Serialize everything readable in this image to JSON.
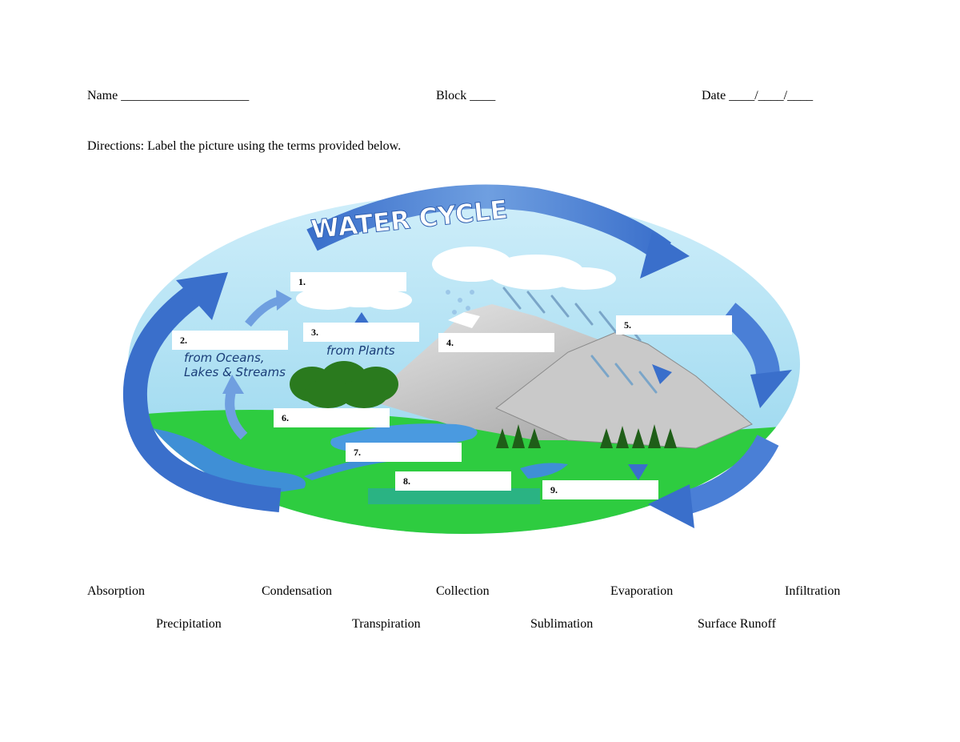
{
  "header": {
    "name_label": "Name ____________________",
    "block_label": "Block ____",
    "date_label": "Date ____/____/____"
  },
  "directions": "Directions: Label the picture using the terms provided below.",
  "diagram": {
    "title": "WATER CYCLE",
    "caption_oceans_line1": "from Oceans,",
    "caption_oceans_line2": "Lakes & Streams",
    "caption_plants": "from Plants",
    "labels": [
      "1.",
      "2.",
      "3.",
      "4.",
      "5.",
      "6.",
      "7.",
      "8.",
      "9."
    ]
  },
  "terms_row1": [
    "Absorption",
    "Condensation",
    "Collection",
    "Evaporation",
    "Infiltration"
  ],
  "terms_row2": [
    "Precipitation",
    "Transpiration",
    "Sublimation",
    "Surface Runoff"
  ],
  "colors": {
    "sky": "#a8dcef",
    "grass": "#2ecc40",
    "water": "#3f8fd6",
    "arrow": "#3a6fcb",
    "mountain": "#b8b8b8",
    "trees": "#2a7a1e"
  }
}
